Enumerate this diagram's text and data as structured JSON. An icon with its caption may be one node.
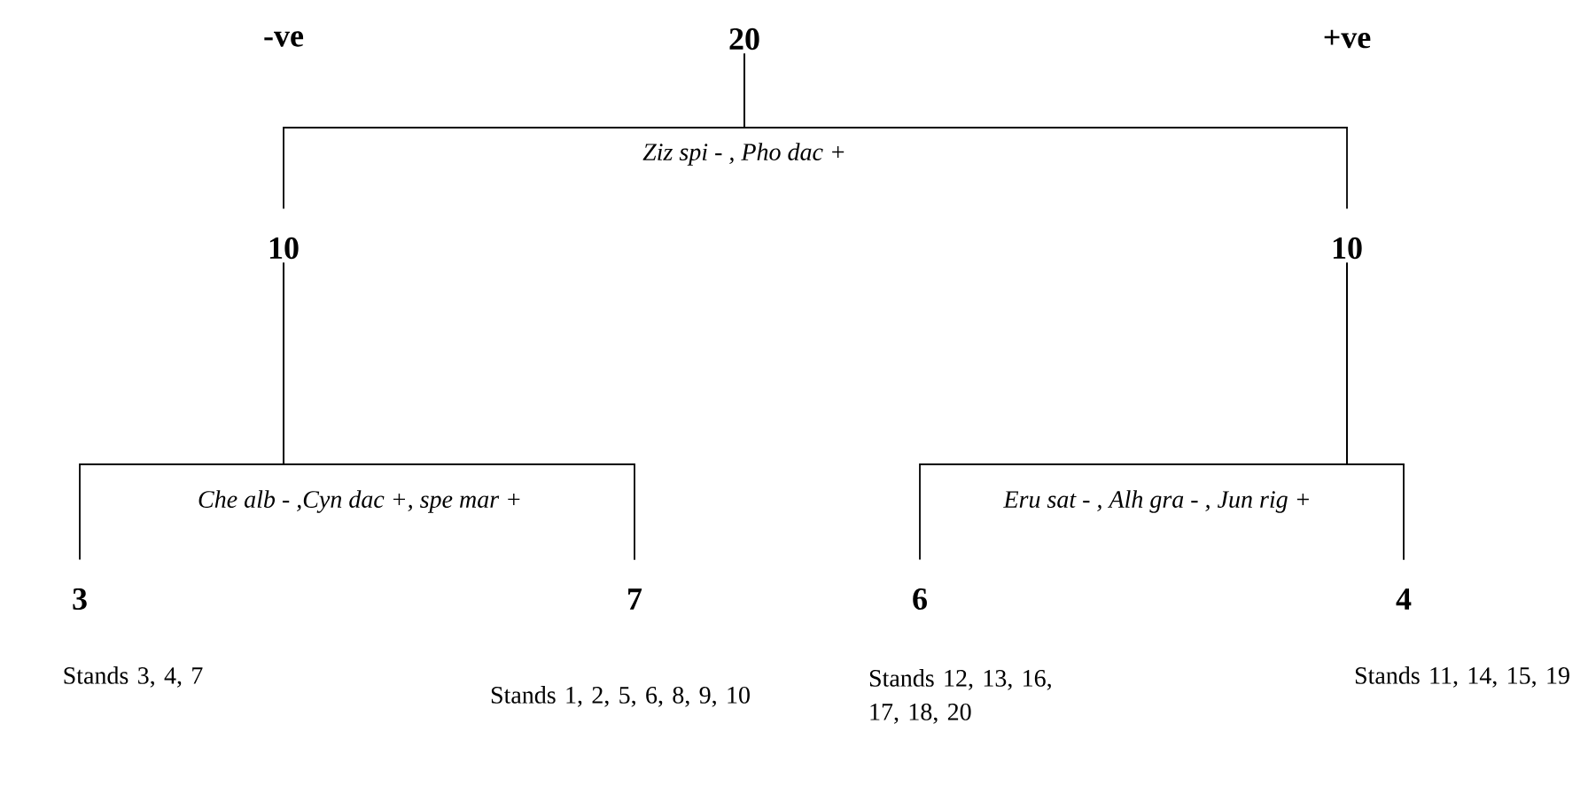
{
  "diagram": {
    "nodes": [
      {
        "text": [
          "20"
        ]
      },
      {
        "text": [
          "10"
        ]
      },
      {
        "text": [
          "10"
        ]
      },
      {
        "text": [
          "3"
        ],
        "beside": [
          "Stands 3, 4, 7"
        ]
      },
      {
        "text": [
          "7"
        ],
        "beside": [
          "Stands 1, 2, 5, 6, 8, 9, 10"
        ]
      },
      {
        "text": [
          "6"
        ],
        "beside": [
          "Stands 12, 13, 16, 17, 18, 20"
        ]
      },
      {
        "text": [
          "4"
        ],
        "beside": [
          "Stands 11, 14, 15, 19"
        ]
      }
    ],
    "edges": [
      {
        "from": 0,
        "to": 1,
        "arrow": "none"
      },
      {
        "from": 0,
        "to": 2,
        "arrow": "none"
      },
      {
        "from": 1,
        "to": 3,
        "arrow": "none"
      },
      {
        "from": 1,
        "to": 4,
        "arrow": "none"
      },
      {
        "from": 2,
        "to": 5,
        "arrow": "none"
      },
      {
        "from": 2,
        "to": 6,
        "arrow": "none"
      }
    ],
    "labels": [
      "-ve",
      "+ve",
      "Ziz spi - , Pho dac +",
      "Che alb - ,Cyn dac +, spe mar +",
      "Eru sat - , Alh gra - , Jun rig +"
    ]
  }
}
